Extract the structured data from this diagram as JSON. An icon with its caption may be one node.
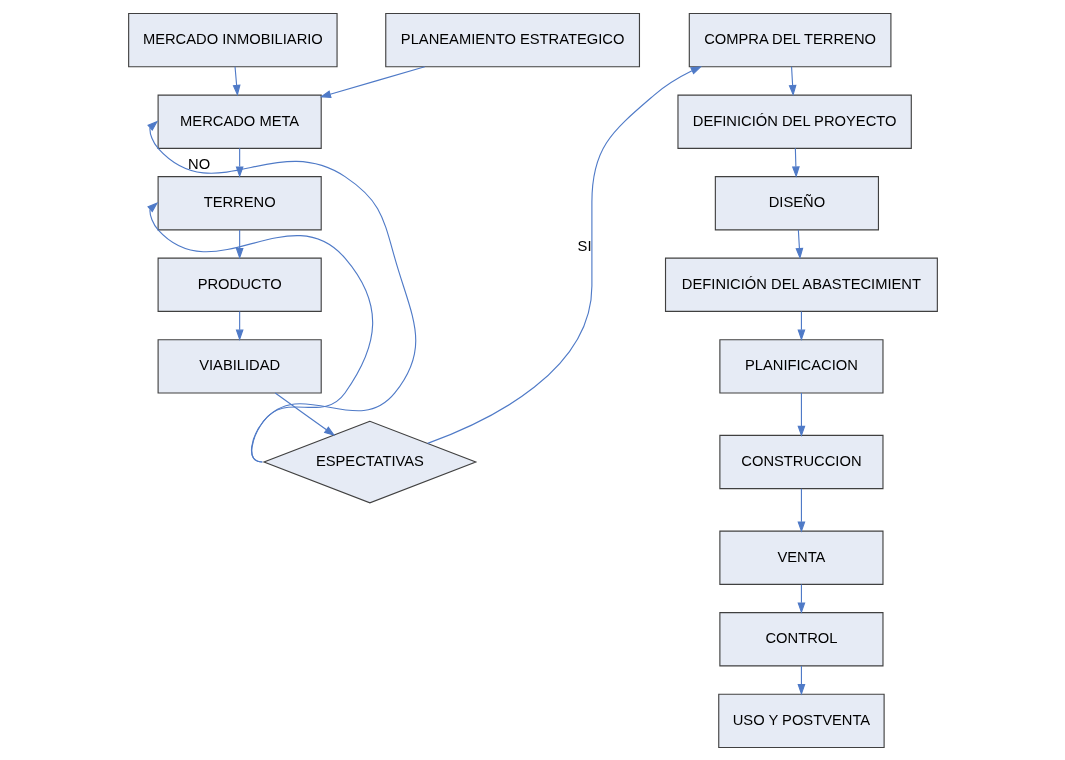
{
  "diagram": {
    "nodes": [
      {
        "text": [
          "MERCADO INMOBILIARIO"
        ]
      },
      {
        "text": [
          "PLANEAMIENTO ESTRATEGICO"
        ]
      },
      {
        "text": [
          "MERCADO META"
        ]
      },
      {
        "text": [
          "TERRENO"
        ]
      },
      {
        "text": [
          "PRODUCTO"
        ]
      },
      {
        "text": [
          "VIABILIDAD"
        ]
      },
      {
        "text": [
          "ESPECTATIVAS"
        ]
      },
      {
        "text": [
          "COMPRA DEL TERRENO"
        ]
      },
      {
        "text": [
          "DEFINICIÓN DEL PROYECTO"
        ]
      },
      {
        "text": [
          "DISEÑO"
        ]
      },
      {
        "text": [
          "DEFINICIÓN DEL ABASTECIMIENT"
        ]
      },
      {
        "text": [
          "PLANIFICACION"
        ]
      },
      {
        "text": [
          "CONSTRUCCION"
        ]
      },
      {
        "text": [
          "VENTA"
        ]
      },
      {
        "text": [
          "CONTROL"
        ]
      },
      {
        "text": [
          "USO Y POSTVENTA"
        ]
      }
    ],
    "edges": [
      {
        "from": 0,
        "to": 2,
        "arrow": "to"
      },
      {
        "from": 1,
        "to": 2,
        "arrow": "to"
      },
      {
        "from": 2,
        "to": 3,
        "arrow": "to"
      },
      {
        "from": 3,
        "to": 4,
        "arrow": "to"
      },
      {
        "from": 4,
        "to": 5,
        "arrow": "to"
      },
      {
        "from": 5,
        "to": 6,
        "arrow": "to"
      },
      {
        "from": 6,
        "to": 2,
        "arrow": "to",
        "label": "NO"
      },
      {
        "from": 6,
        "to": 3,
        "arrow": "to"
      },
      {
        "from": 6,
        "to": 7,
        "arrow": "to",
        "label": "SI"
      },
      {
        "from": 7,
        "to": 8,
        "arrow": "to"
      },
      {
        "from": 8,
        "to": 9,
        "arrow": "to"
      },
      {
        "from": 9,
        "to": 10,
        "arrow": "to"
      },
      {
        "from": 10,
        "to": 11,
        "arrow": "to"
      },
      {
        "from": 11,
        "to": 12,
        "arrow": "to"
      },
      {
        "from": 12,
        "to": 13,
        "arrow": "to"
      },
      {
        "from": 13,
        "to": 14,
        "arrow": "to"
      },
      {
        "from": 14,
        "to": 15,
        "arrow": "to"
      }
    ]
  }
}
